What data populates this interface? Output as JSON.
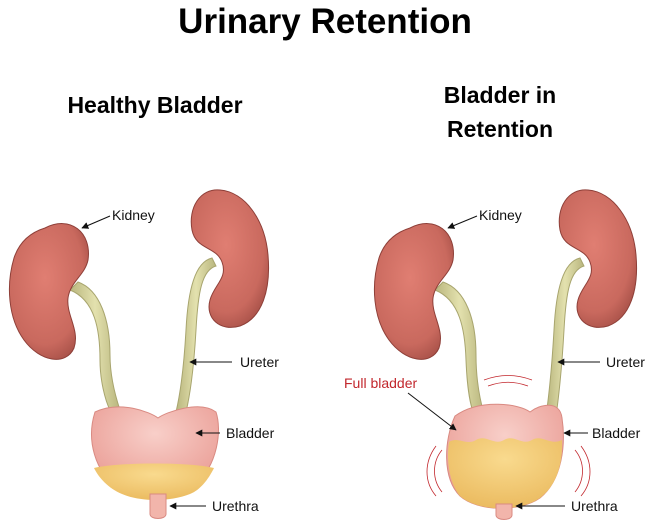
{
  "title": "Urinary Retention",
  "panels": {
    "healthy": {
      "heading": "Healthy Bladder",
      "labels": {
        "kidney": "Kidney",
        "ureter": "Ureter",
        "bladder": "Bladder",
        "urethra": "Urethra"
      }
    },
    "retention": {
      "heading_line1": "Bladder in",
      "heading_line2": "Retention",
      "labels": {
        "kidney": "Kidney",
        "ureter": "Ureter",
        "full_bladder": "Full bladder",
        "bladder": "Bladder",
        "urethra": "Urethra"
      }
    }
  },
  "colors": {
    "kidney": "#c9695e",
    "ureter": "#d8d6a0",
    "bladder": "#f0b3ad",
    "urine": "#f3cf7c",
    "urethra": "#f2b5ab",
    "highlight_label": "#c2272d"
  }
}
